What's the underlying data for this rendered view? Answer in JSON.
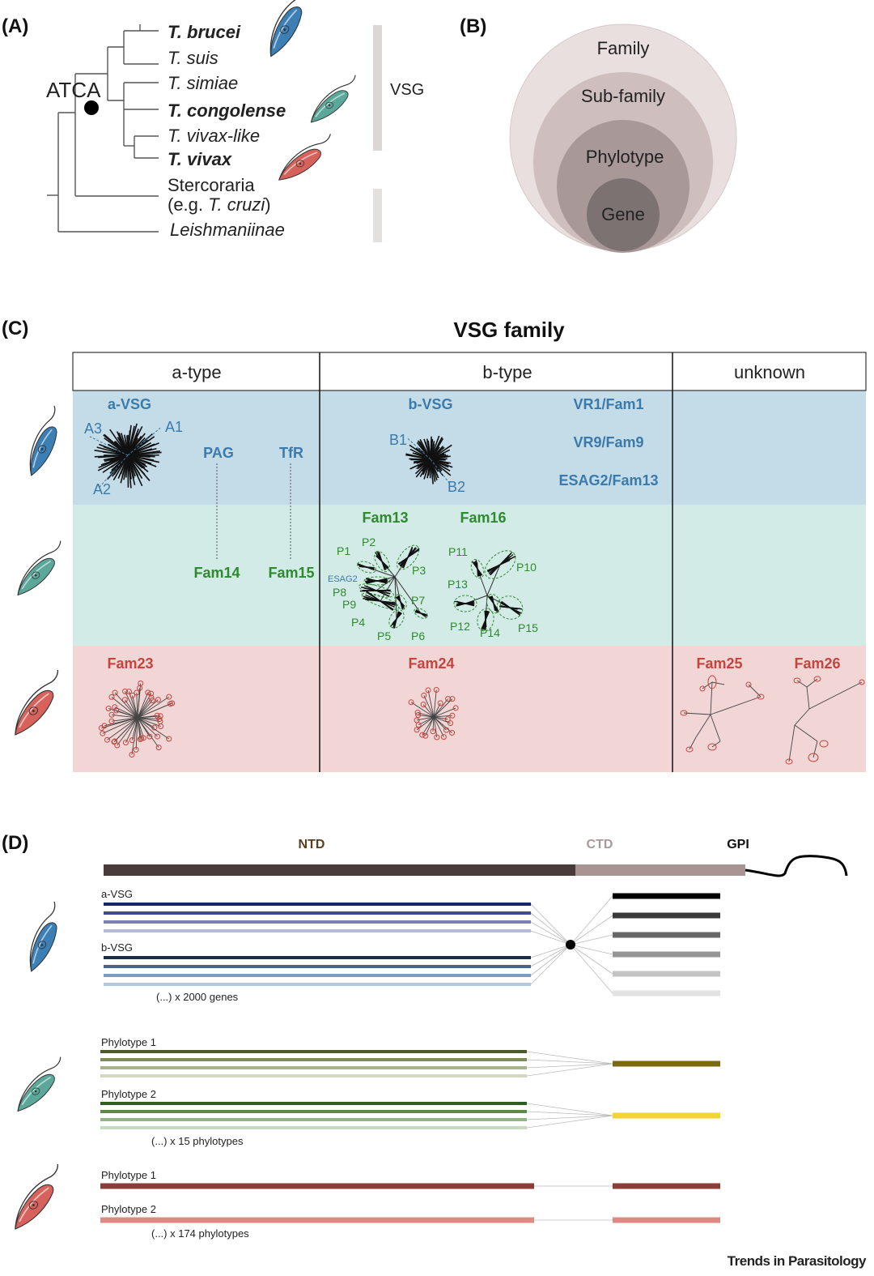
{
  "panels": {
    "a": "(A)",
    "b": "(B)",
    "c": "(C)",
    "d": "(D)"
  },
  "panelA": {
    "node_label": "ATCA",
    "taxa": [
      {
        "name": "T. brucei",
        "style": "bold"
      },
      {
        "name": "T. suis",
        "style": "italic"
      },
      {
        "name": "T. simiae",
        "style": "italic"
      },
      {
        "name": "T. congolense",
        "style": "bold"
      },
      {
        "name": "T. vivax-like",
        "style": "italic"
      },
      {
        "name": "T. vivax",
        "style": "bold"
      },
      {
        "name": "Stercoraria",
        "style": "normal"
      },
      {
        "name": "Leishmaniinae",
        "style": "italic"
      }
    ],
    "stercoraria_sub_pre": "(e.g. ",
    "stercoraria_sub_it": "T. cruzi",
    "stercoraria_sub_post": ")",
    "vsg_label": "VSG"
  },
  "panelB": {
    "levels": [
      "Family",
      "Sub-family",
      "Phylotype",
      "Gene"
    ],
    "colors": [
      "#e9dfdf",
      "#cfbebe",
      "#a99898",
      "#7d7272"
    ]
  },
  "panelC": {
    "title": "VSG family",
    "columns": [
      "a-type",
      "b-type",
      "unknown"
    ],
    "row_colors": {
      "brucei": "#c4dbe8",
      "congolense": "#d3ebe6",
      "vivax": "#f2d6d6"
    },
    "brucei": {
      "a_vsg": "a-VSG",
      "a_labels": [
        "A1",
        "A2",
        "A3"
      ],
      "pag": "PAG",
      "tfr": "TfR",
      "b_vsg": "b-VSG",
      "b_labels": [
        "B1",
        "B2"
      ],
      "fam_list": [
        "VR1/Fam1",
        "VR9/Fam9",
        "ESAG2/Fam13"
      ]
    },
    "congolense": {
      "fam14": "Fam14",
      "fam15": "Fam15",
      "fam13": "Fam13",
      "fam16": "Fam16",
      "tree1_labels": [
        "P1",
        "P2",
        "P3",
        "P4",
        "P5",
        "P6",
        "P7",
        "P8",
        "P9"
      ],
      "esag2": "ESAG2",
      "tree2_labels": [
        "P10",
        "P11",
        "P12",
        "P13",
        "P14",
        "P15"
      ]
    },
    "vivax": {
      "fam23": "Fam23",
      "fam24": "Fam24",
      "fam25": "Fam25",
      "fam26": "Fam26"
    }
  },
  "panelD": {
    "ntd": "NTD",
    "ctd": "CTD",
    "gpi": "GPI",
    "ntd_color": "#4a3b3b",
    "ctd_color": "#a99494",
    "brucei": {
      "a_label": "a-VSG",
      "b_label": "b-VSG",
      "count": "(...) x 2000 genes",
      "a_colors": [
        "#15256e",
        "#3f4c94",
        "#7a7fb5",
        "#b6b9d8"
      ],
      "b_colors": [
        "#1d2d48",
        "#46648e",
        "#7d9cc5",
        "#b4c8e2"
      ],
      "ctd_colors": [
        "#000000",
        "#3a3a3a",
        "#676767",
        "#959595",
        "#c4c4c4",
        "#e2e2e2"
      ]
    },
    "congolense": {
      "p1_label": "Phylotype 1",
      "p2_label": "Phylotype 2",
      "count": "(...) x 15 phylotypes",
      "p1_colors": [
        "#4d5a2c",
        "#7d8c58",
        "#a9b38b",
        "#d2d8c0"
      ],
      "p2_colors": [
        "#2f5e23",
        "#5d8a49",
        "#93b386",
        "#c9d9c0"
      ],
      "ctd1": "#7d6a10",
      "ctd2": "#f5d235"
    },
    "vivax": {
      "p1_label": "Phylotype 1",
      "p2_label": "Phylotype 2",
      "count": "(...) x 174 phylotypes",
      "c1": "#8c3d37",
      "c2": "#de8982"
    }
  },
  "brand": "Trends in Parasitology"
}
